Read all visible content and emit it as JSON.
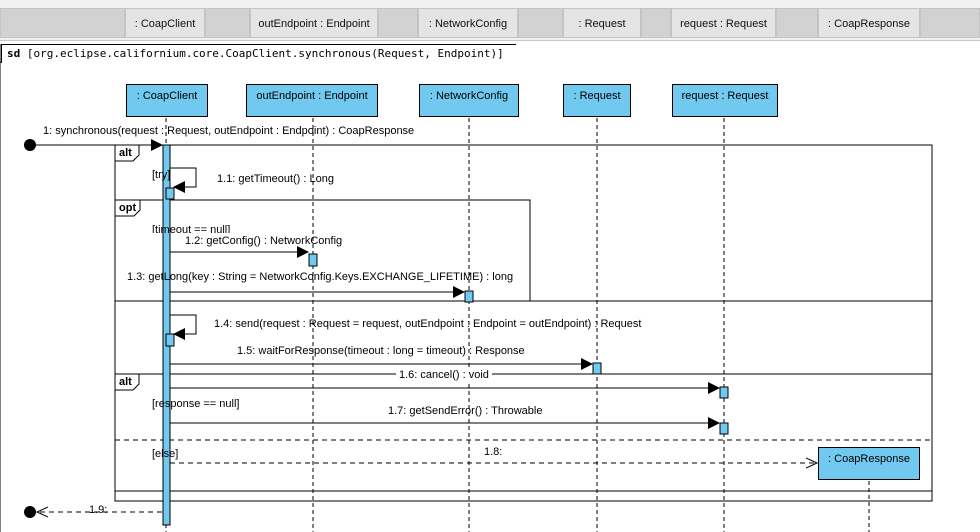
{
  "header_tabs": [
    ": CoapClient",
    "outEndpoint : Endpoint",
    ": NetworkConfig",
    ": Request",
    "request : Request",
    ": CoapResponse"
  ],
  "frame": {
    "keyword": "sd",
    "label": "[org.eclipse.californium.core.CoapClient.synchronous(Request, Endpoint)]"
  },
  "lifelines": [
    ": CoapClient",
    "outEndpoint : Endpoint",
    ": NetworkConfig",
    ": Request",
    "request : Request"
  ],
  "created_lifeline": ": CoapResponse",
  "fragments": {
    "alt_outer": "alt",
    "opt": "opt",
    "alt_inner": "alt"
  },
  "guards": {
    "try": "[try]",
    "timeout": "[timeout == null]",
    "response": "[response == null]",
    "else": "[else]"
  },
  "messages": {
    "m1": "1: synchronous(request : Request, outEndpoint : Endpoint) : CoapResponse",
    "m1_1": "1.1: getTimeout() : Long",
    "m1_2": "1.2: getConfig() : NetworkConfig",
    "m1_3": "1.3: getLong(key : String = NetworkConfig.Keys.EXCHANGE_LIFETIME) : long",
    "m1_4": "1.4: send(request : Request = request, outEndpoint : Endpoint = outEndpoint) : Request",
    "m1_5": "1.5: waitForResponse(timeout : long = timeout) : Response",
    "m1_6": "1.6: cancel() : void",
    "m1_7": "1.7: getSendError() : Throwable",
    "m1_8": "1.8:",
    "m1_9": "1.9:"
  },
  "colors": {
    "lifeline_fill": "#72c9ef",
    "line": "#000000"
  }
}
